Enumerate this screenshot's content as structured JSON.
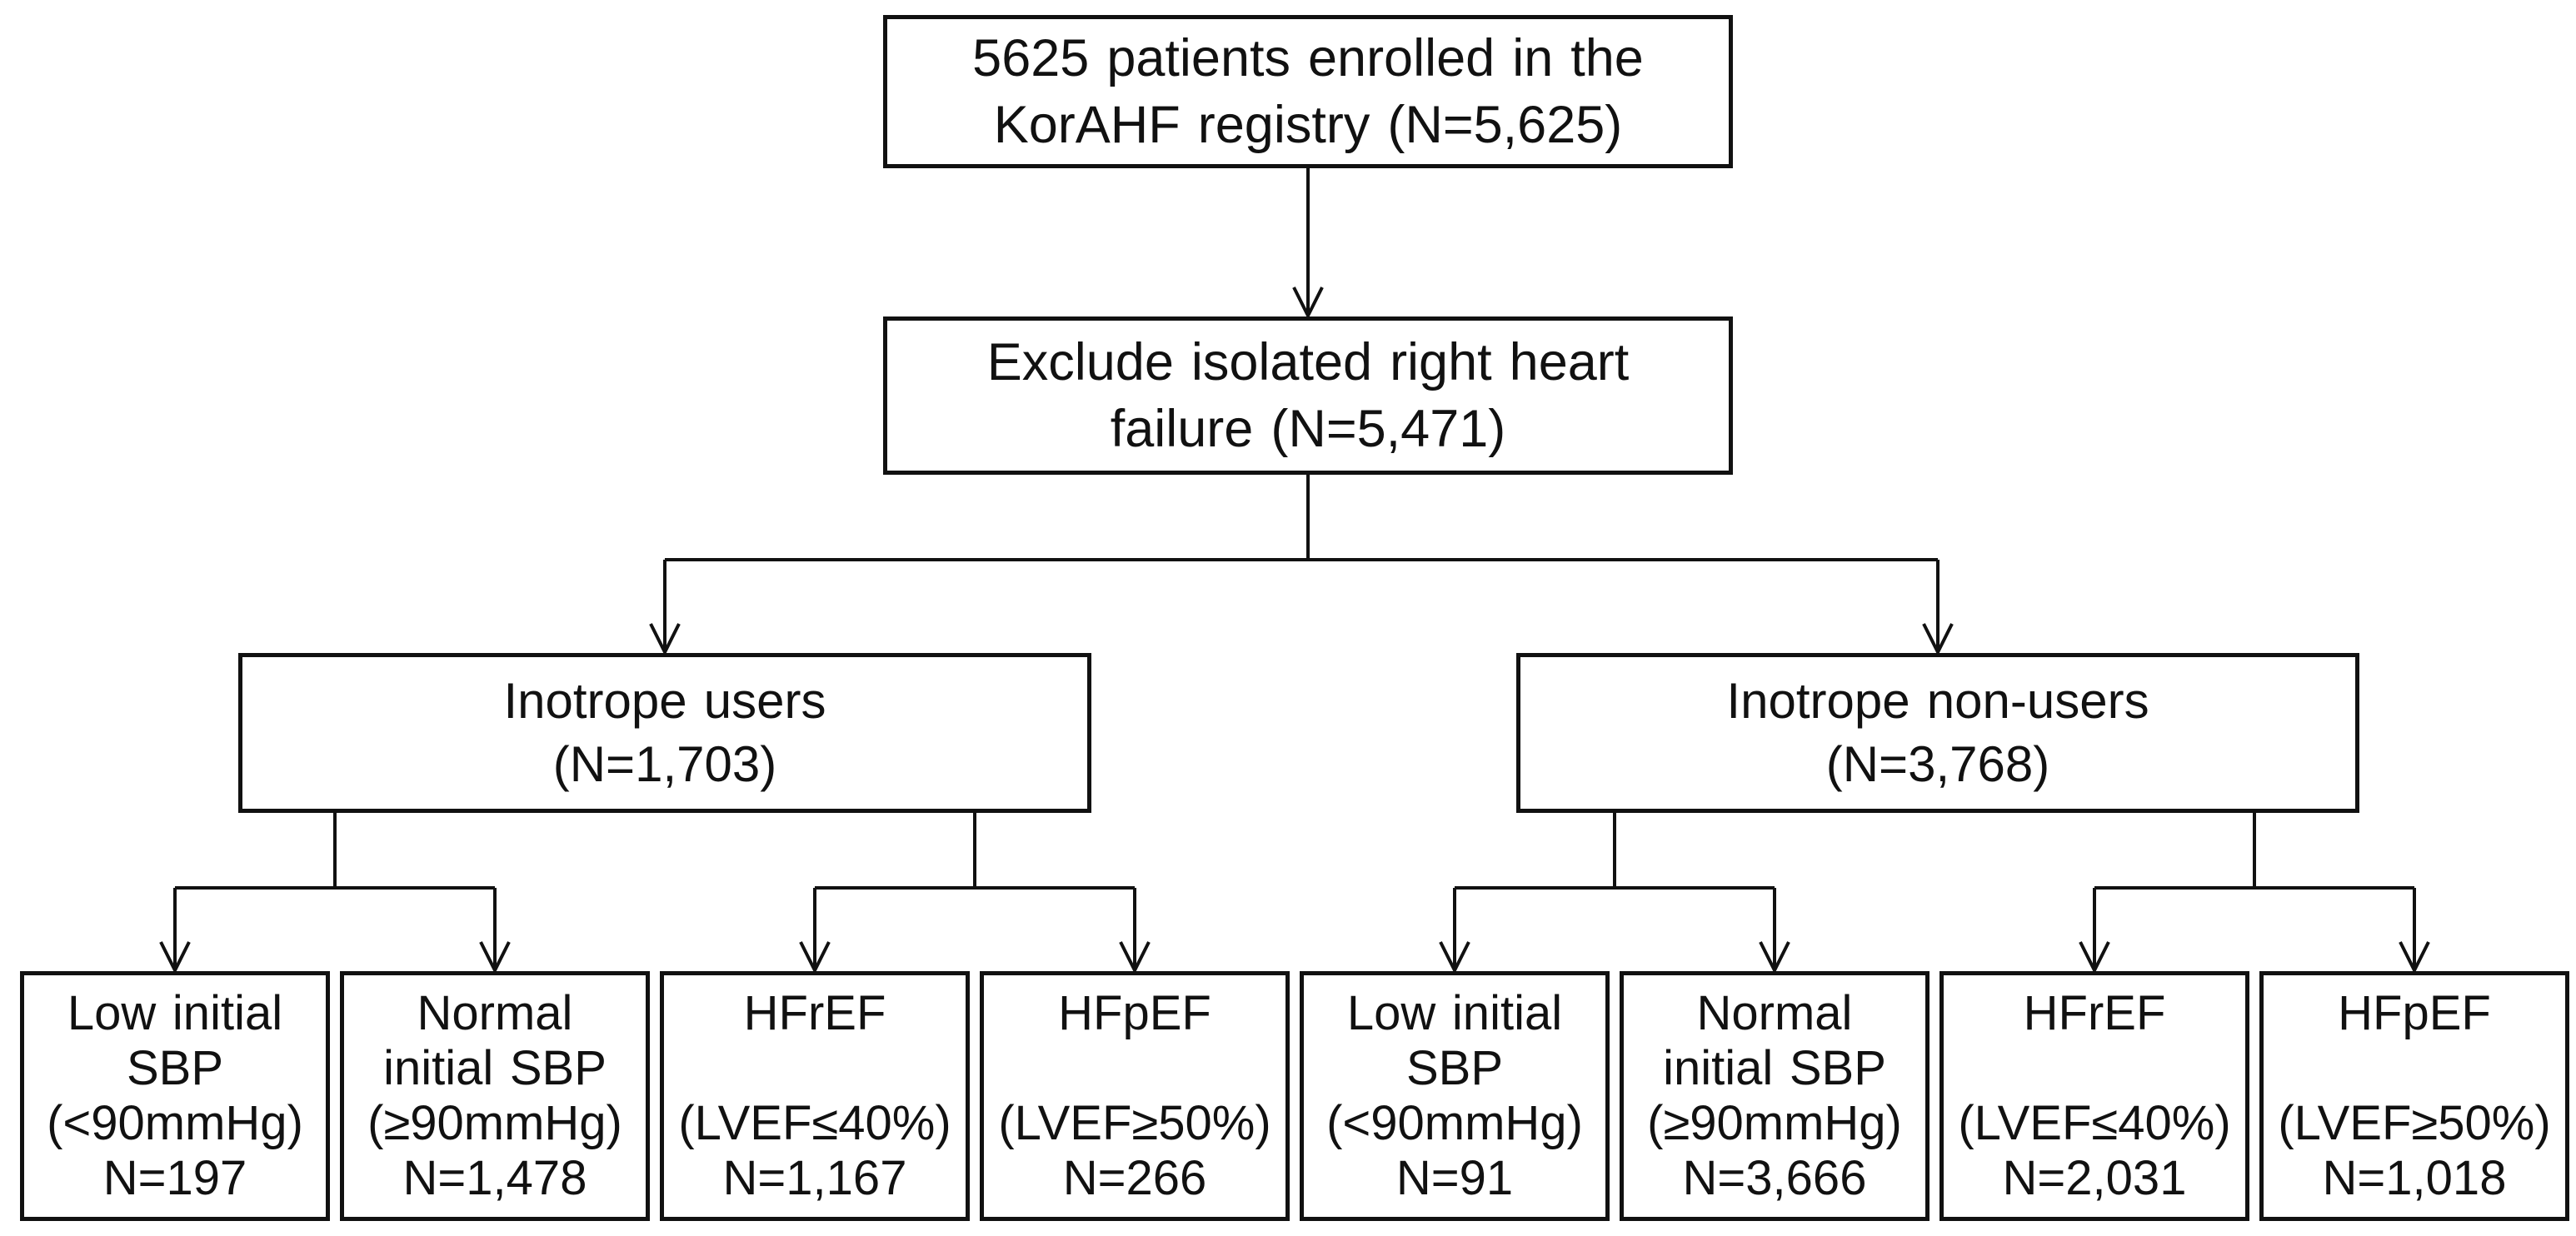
{
  "diagram": {
    "type": "flowchart",
    "colors": {
      "background": "#ffffff",
      "line": "#111111",
      "text": "#111111"
    },
    "nodes": {
      "enrolled": {
        "lines": [
          "5625 patients enrolled in the",
          "KorAHF registry (N=5,625)"
        ]
      },
      "excluded": {
        "lines": [
          "Exclude isolated right heart",
          "failure (N=5,471)"
        ]
      },
      "inotrope_users": {
        "lines": [
          "Inotrope users",
          "(N=1,703)"
        ]
      },
      "inotrope_non_users": {
        "lines": [
          "Inotrope non-users",
          "(N=3,768)"
        ]
      },
      "users_low_sbp": {
        "lines": [
          "Low initial",
          "SBP",
          "(<90mmHg)",
          "N=197"
        ]
      },
      "users_normal_sbp": {
        "lines": [
          "Normal",
          "initial SBP",
          "(≥90mmHg)",
          "N=1,478"
        ]
      },
      "users_hfref": {
        "lines": [
          "HFrEF",
          "",
          "(LVEF≤40%)",
          "N=1,167"
        ]
      },
      "users_hfpef": {
        "lines": [
          "HFpEF",
          "",
          "(LVEF≥50%)",
          "N=266"
        ]
      },
      "non_users_low_sbp": {
        "lines": [
          "Low initial",
          "SBP",
          "(<90mmHg)",
          "N=91"
        ]
      },
      "non_users_normal_sbp": {
        "lines": [
          "Normal",
          "initial SBP",
          "(≥90mmHg)",
          "N=3,666"
        ]
      },
      "non_users_hfref": {
        "lines": [
          "HFrEF",
          "",
          "(LVEF≤40%)",
          "N=2,031"
        ]
      },
      "non_users_hfpef": {
        "lines": [
          "HFpEF",
          "",
          "(LVEF≥50%)",
          "N=1,018"
        ]
      }
    }
  }
}
